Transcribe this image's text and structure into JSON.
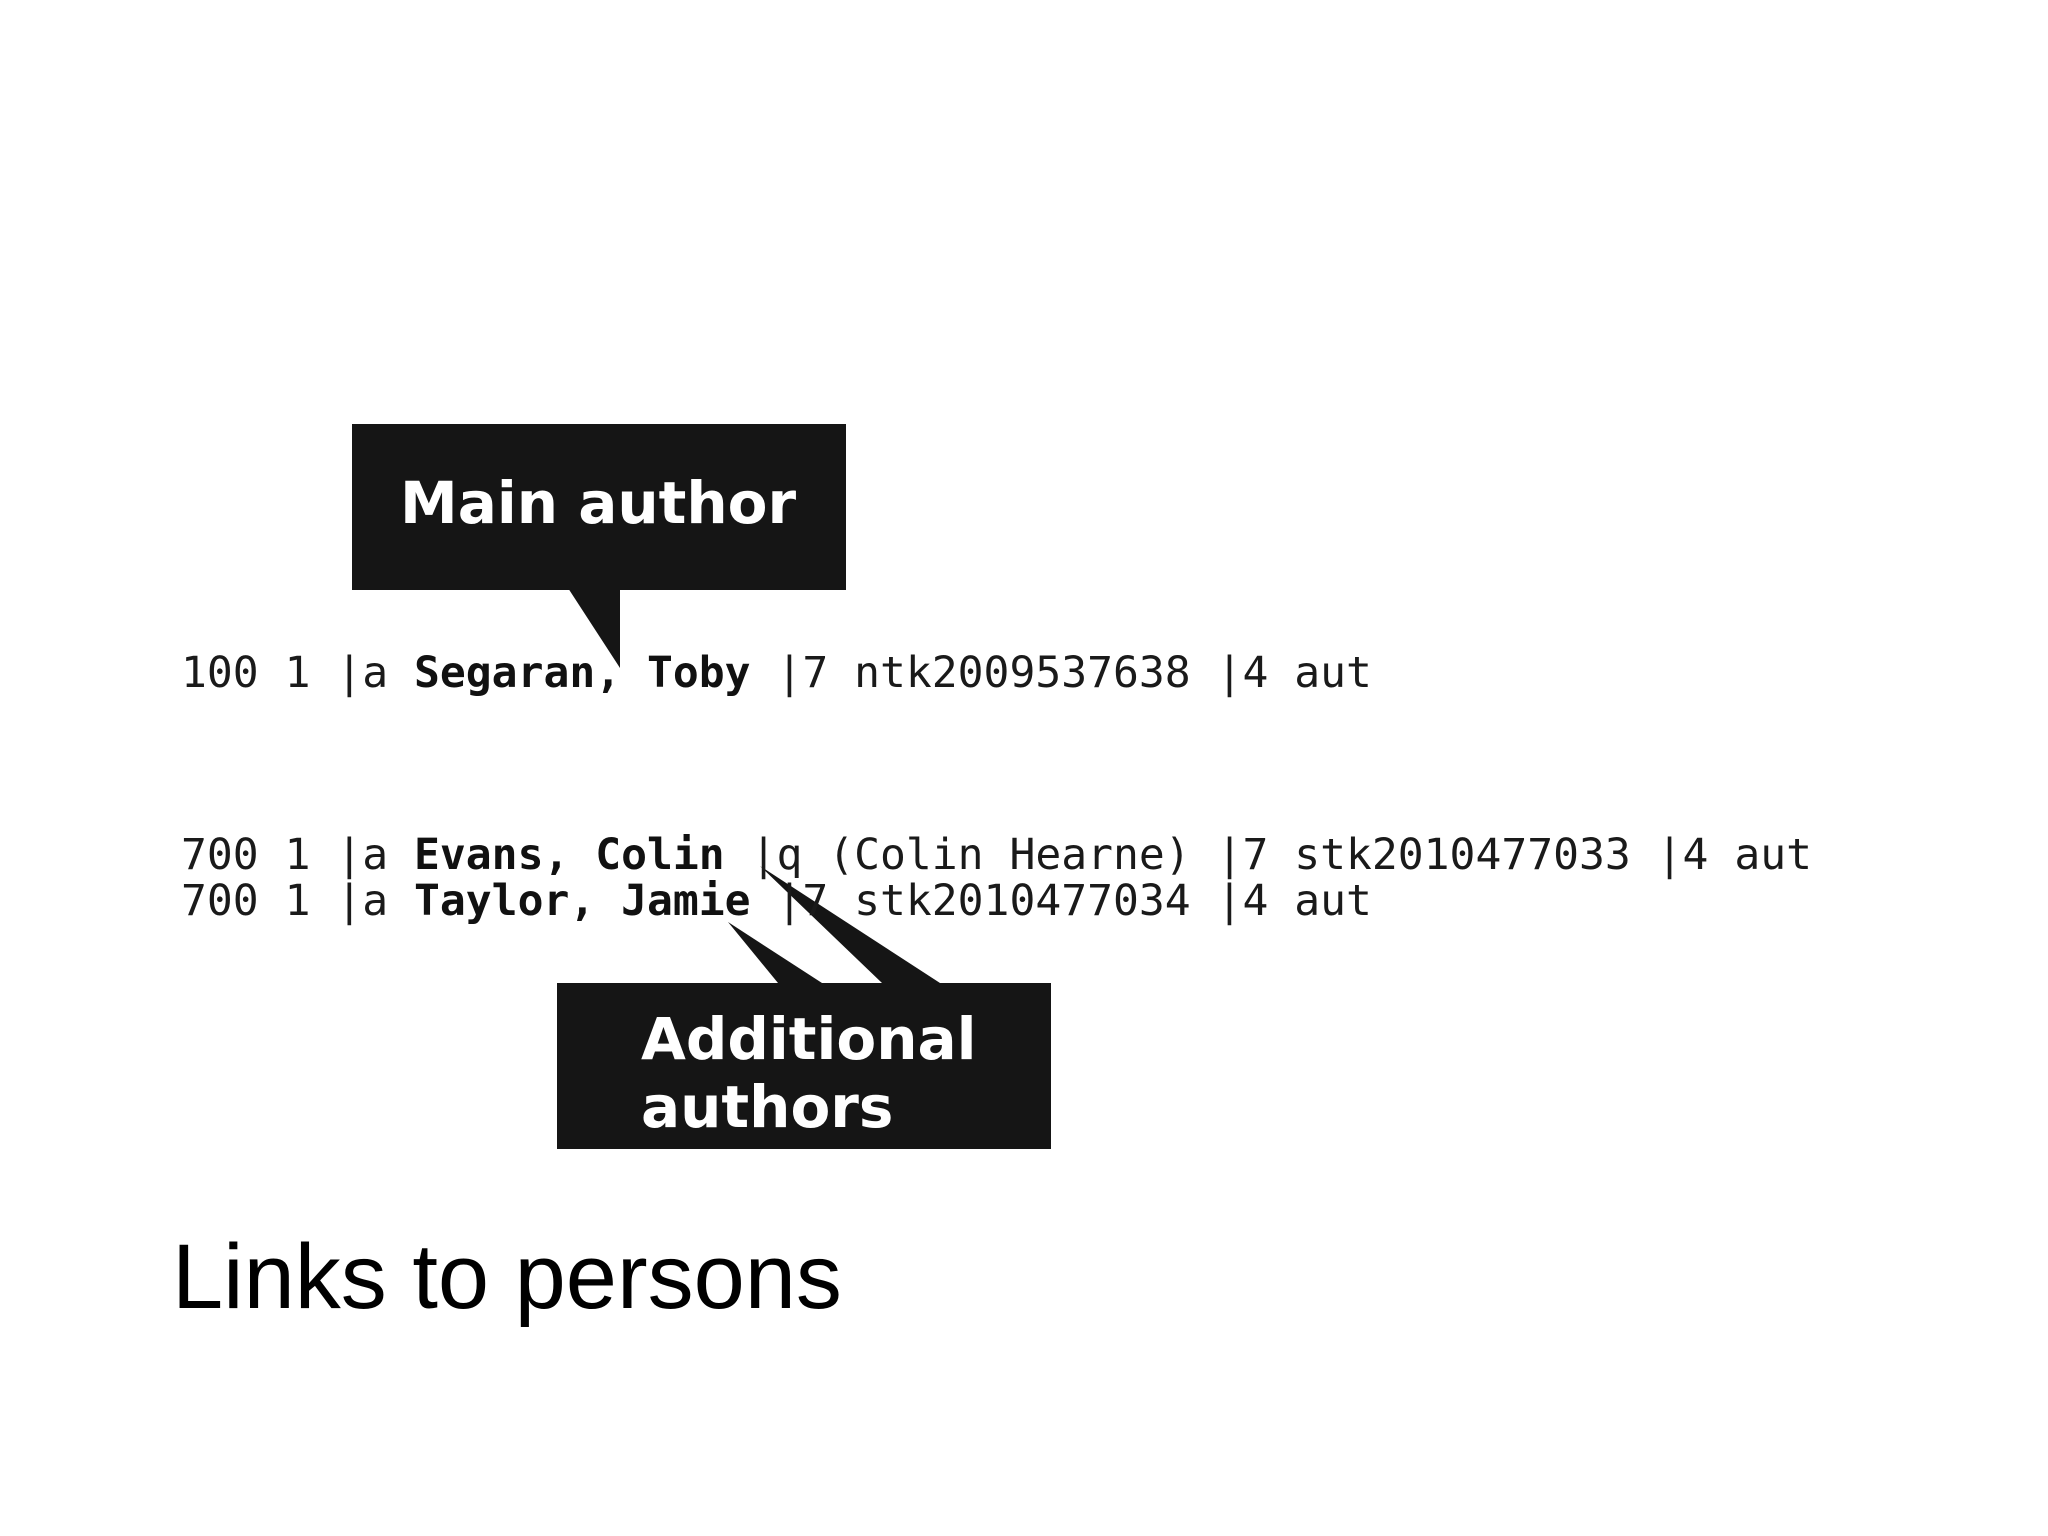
{
  "marc_lines": [
    {
      "tag": "100",
      "indicator": "1",
      "a_code": "|a",
      "name": "Segaran, Toby",
      "rest": "|7 ntk2009537638 |4 aut"
    },
    {
      "tag": "700",
      "indicator": "1",
      "a_code": "|a",
      "name": "Evans, Colin",
      "rest": "|q (Colin Hearne) |7 stk2010477033 |4 aut"
    },
    {
      "tag": "700",
      "indicator": "1",
      "a_code": "|a",
      "name": "Taylor, Jamie",
      "rest": "|7 stk2010477034 |4 aut"
    }
  ],
  "callouts": {
    "main_author": "Main author",
    "additional_line1": "Additional",
    "additional_line2": "authors"
  },
  "caption": "Links to persons",
  "colors": {
    "callout_background": "#151515",
    "callout_text": "#ffffff",
    "code_text": "#1a1a1a"
  }
}
